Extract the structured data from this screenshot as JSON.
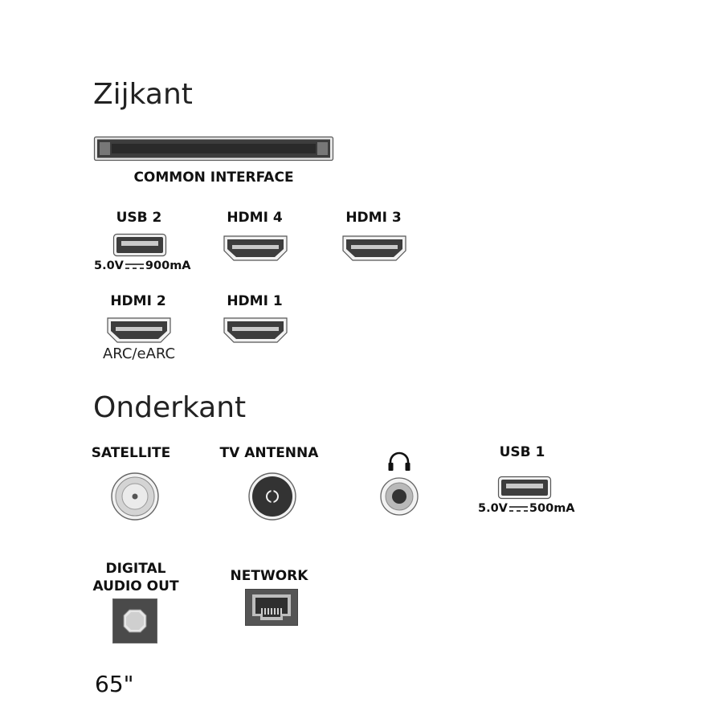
{
  "side": {
    "title": "Zijkant",
    "ci_label": "COMMON INTERFACE",
    "usb2": {
      "label": "USB 2",
      "spec_left": "5.0V",
      "spec_right": "900mA"
    },
    "hdmi4": {
      "label": "HDMI 4"
    },
    "hdmi3": {
      "label": "HDMI 3"
    },
    "hdmi2": {
      "label": "HDMI 2",
      "note": "ARC/eARC"
    },
    "hdmi1": {
      "label": "HDMI 1"
    }
  },
  "bottom": {
    "title": "Onderkant",
    "satellite": {
      "label": "SATELLITE"
    },
    "antenna": {
      "label": "TV ANTENNA"
    },
    "headphone": {
      "icon": "headphone-icon"
    },
    "usb1": {
      "label": "USB 1",
      "spec_left": "5.0V",
      "spec_right": "500mA"
    },
    "digital_audio": {
      "label_line1": "DIGITAL",
      "label_line2": "AUDIO OUT"
    },
    "network": {
      "label": "NETWORK"
    }
  },
  "size_note": "65\""
}
